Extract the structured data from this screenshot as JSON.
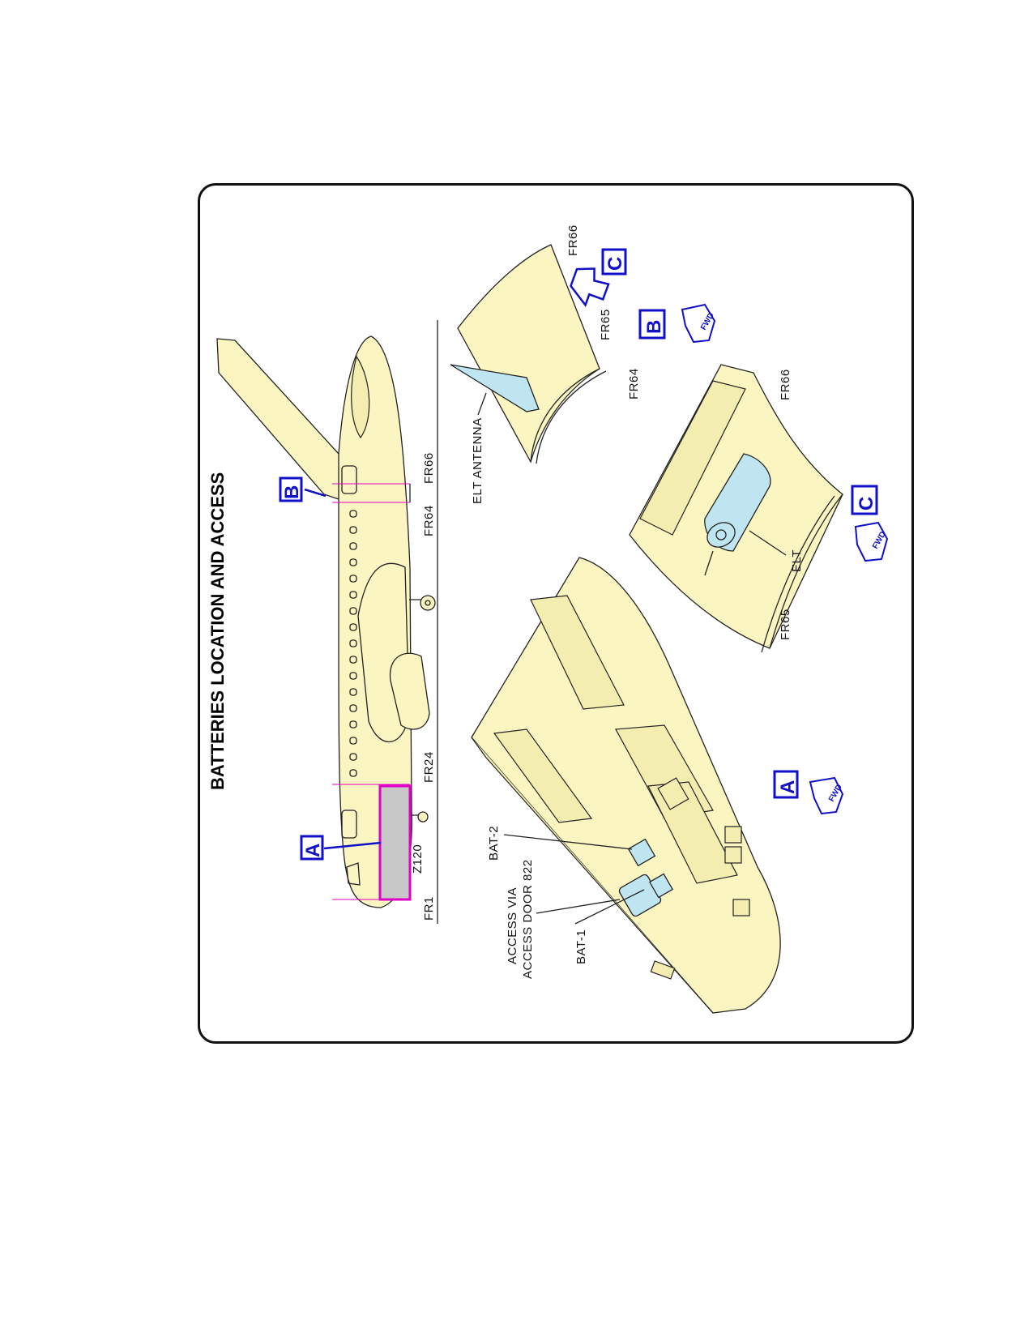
{
  "title": "BATTERIES LOCATION AND ACCESS",
  "callouts": {
    "a": "A",
    "b": "B",
    "c": "C"
  },
  "fwd_label": "FWD",
  "frames": {
    "fr1": "FR1",
    "fr24": "FR24",
    "fr64": "FR64",
    "fr65": "FR65",
    "fr66": "FR66"
  },
  "zone": "Z120",
  "labels": {
    "bat1": "BAT-1",
    "bat2": "BAT-2",
    "access_line1": "ACCESS VIA",
    "access_line2": "ACCESS DOOR 822",
    "elt_antenna": "ELT ANTENNA",
    "elt": "ELT"
  },
  "colors": {
    "component_fill": "#fbf5c1",
    "battery_fill": "#bfe6f0",
    "callout": "#1010c8",
    "zone_outline": "#e100c8",
    "zone_fill": "#c8c8c8"
  }
}
